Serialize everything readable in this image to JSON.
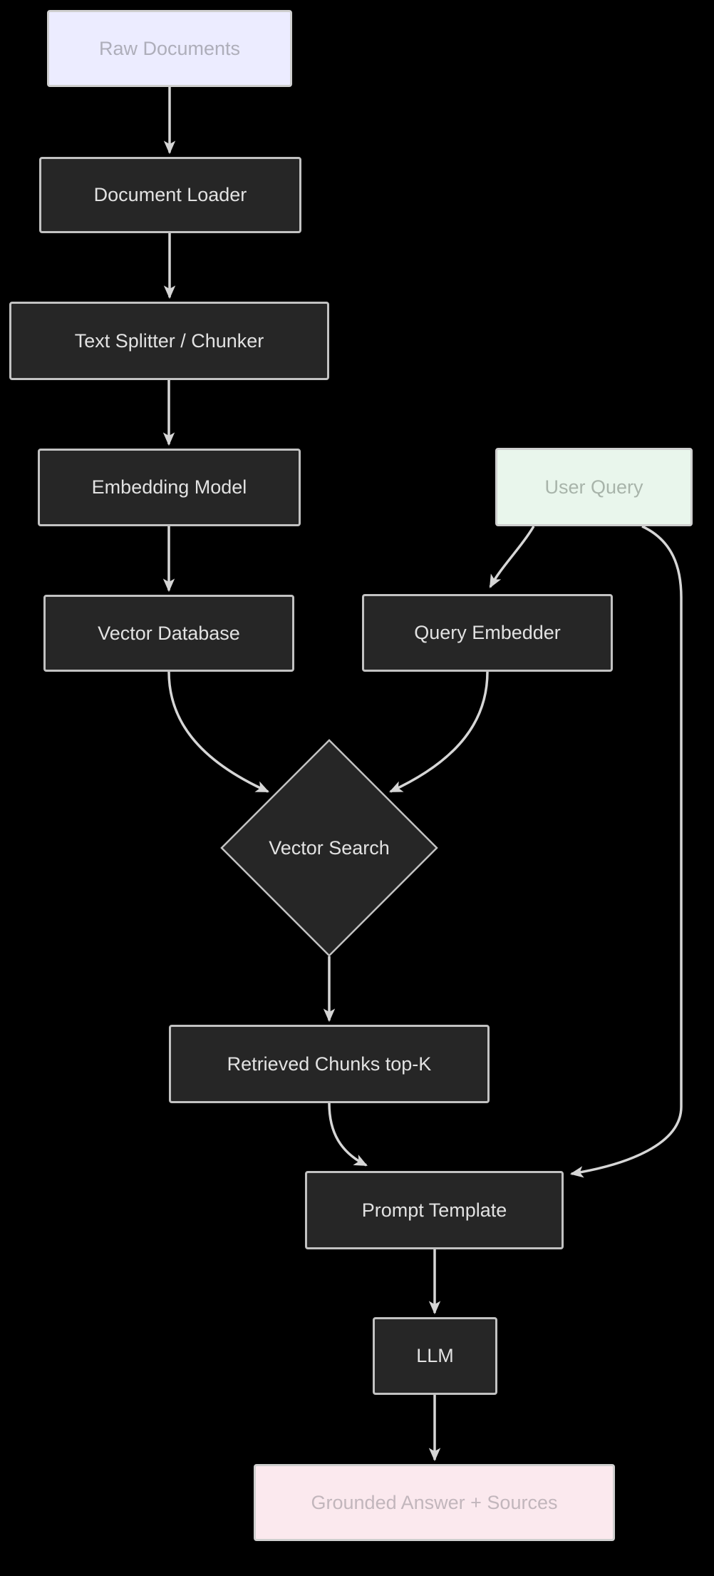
{
  "diagram": {
    "type": "flowchart",
    "direction": "top-down",
    "nodes": {
      "raw_documents": {
        "label": "Raw Documents",
        "shape": "rect",
        "variant": "lavender"
      },
      "document_loader": {
        "label": "Document Loader",
        "shape": "rect",
        "variant": "dark"
      },
      "text_splitter": {
        "label": "Text Splitter / Chunker",
        "shape": "rect",
        "variant": "dark"
      },
      "embedding_model": {
        "label": "Embedding Model",
        "shape": "rect",
        "variant": "dark"
      },
      "user_query": {
        "label": "User Query",
        "shape": "rect",
        "variant": "mint"
      },
      "vector_database": {
        "label": "Vector Database",
        "shape": "rect",
        "variant": "dark"
      },
      "query_embedder": {
        "label": "Query Embedder",
        "shape": "rect",
        "variant": "dark"
      },
      "vector_search": {
        "label": "Vector Search",
        "shape": "diamond",
        "variant": "dark"
      },
      "retrieved_chunks": {
        "label": "Retrieved Chunks top-K",
        "shape": "rect",
        "variant": "dark"
      },
      "prompt_template": {
        "label": "Prompt Template",
        "shape": "rect",
        "variant": "dark"
      },
      "llm": {
        "label": "LLM",
        "shape": "rect",
        "variant": "dark"
      },
      "grounded_answer": {
        "label": "Grounded Answer + Sources",
        "shape": "rect",
        "variant": "pink"
      }
    },
    "edges": [
      {
        "from": "raw_documents",
        "to": "document_loader",
        "style": "arrow"
      },
      {
        "from": "document_loader",
        "to": "text_splitter",
        "style": "arrow"
      },
      {
        "from": "text_splitter",
        "to": "embedding_model",
        "style": "arrow"
      },
      {
        "from": "embedding_model",
        "to": "vector_database",
        "style": "arrow"
      },
      {
        "from": "vector_database",
        "to": "vector_search",
        "style": "arrow"
      },
      {
        "from": "user_query",
        "to": "query_embedder",
        "style": "arrow"
      },
      {
        "from": "query_embedder",
        "to": "vector_search",
        "style": "arrow"
      },
      {
        "from": "vector_search",
        "to": "retrieved_chunks",
        "style": "arrow"
      },
      {
        "from": "retrieved_chunks",
        "to": "prompt_template",
        "style": "arrow"
      },
      {
        "from": "user_query",
        "to": "prompt_template",
        "style": "arrow"
      },
      {
        "from": "prompt_template",
        "to": "llm",
        "style": "arrow"
      },
      {
        "from": "llm",
        "to": "grounded_answer",
        "style": "arrow"
      }
    ],
    "palette": {
      "bg": "#000000",
      "node_fill": "#262626",
      "node_border": "#c2c2c2",
      "node_text": "#e2e2e2",
      "edge_line": "#d6d6d6",
      "light_border": "#cfcfcf",
      "raw_documents_fill": "#ececff",
      "raw_documents_text": "#aeaeba",
      "user_query_fill": "#e9f6ec",
      "user_query_text": "#a8b4aa",
      "grounded_answer_fill": "#fbe9ee",
      "grounded_answer_text": "#c2b6bc"
    }
  }
}
